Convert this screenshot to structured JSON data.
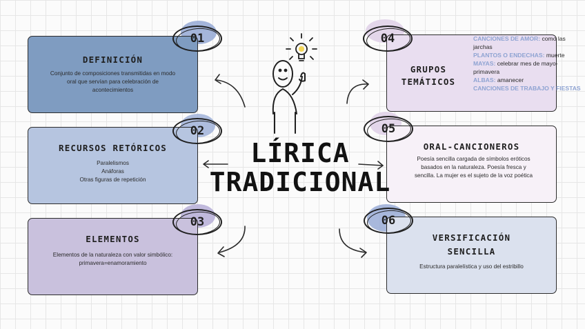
{
  "title_line1": "LÍRICA",
  "title_line2": "TRADICIONAL",
  "cards": [
    {
      "number": "01",
      "title": "DEFINICIÓN",
      "body": "Conjunto de composiciones transmitidas en modo oral que servían para celebración de acontecimientos",
      "color": "#7f9cc1"
    },
    {
      "number": "02",
      "title": "RECURSOS RETÓRICOS",
      "body": "Paralelismos\nAnáforas\nOtras figuras de repetición",
      "color": "#b6c5e0"
    },
    {
      "number": "03",
      "title": "ELEMENTOS",
      "body": "Elementos de la naturaleza con valor simbólico: primavera=enamoramiento",
      "color": "#c9c1dd"
    },
    {
      "number": "04",
      "title_line1": "GRUPOS",
      "title_line2": "TEMÁTICOS",
      "color": "#e9def0"
    },
    {
      "number": "05",
      "title": "ORAL-CANCIONEROS",
      "body": "Poesía sencilla cargada de símbolos eróticos basados en la naturaleza. Poesía fresca y sencilla. La mujer es el sujeto de la voz poética",
      "color": "#f7f1f8"
    },
    {
      "number": "06",
      "title_line1": "VERSIFICACIÓN",
      "title_line2": "SENCILLA",
      "body": "Estructura paralelística y uso del estribillo",
      "color": "#dbe1ee"
    }
  ],
  "topics": [
    {
      "key": "CANCIONES DE AMOR:",
      "value": " como las jarchas"
    },
    {
      "key": "PLANTOS O ENDECHAS:",
      "value": " muerte"
    },
    {
      "key": "MAYAS:",
      "value": " celebrar mes de mayo-primavera"
    },
    {
      "key": "ALBAS:",
      "value": " amanecer"
    },
    {
      "key": "CANCIONES DE TRABAJO Y FIESTAS",
      "value": ""
    }
  ],
  "colors": {
    "accent": "#8ea3d2",
    "ink": "#1f1f1f",
    "blob_blue": "#94a8d4",
    "blob_purple": "#b9b1d8",
    "blob_pink": "#e3d6ea"
  },
  "icons": [
    "lightbulb-icon",
    "stick-figure-icon",
    "curved-arrow-icon"
  ]
}
